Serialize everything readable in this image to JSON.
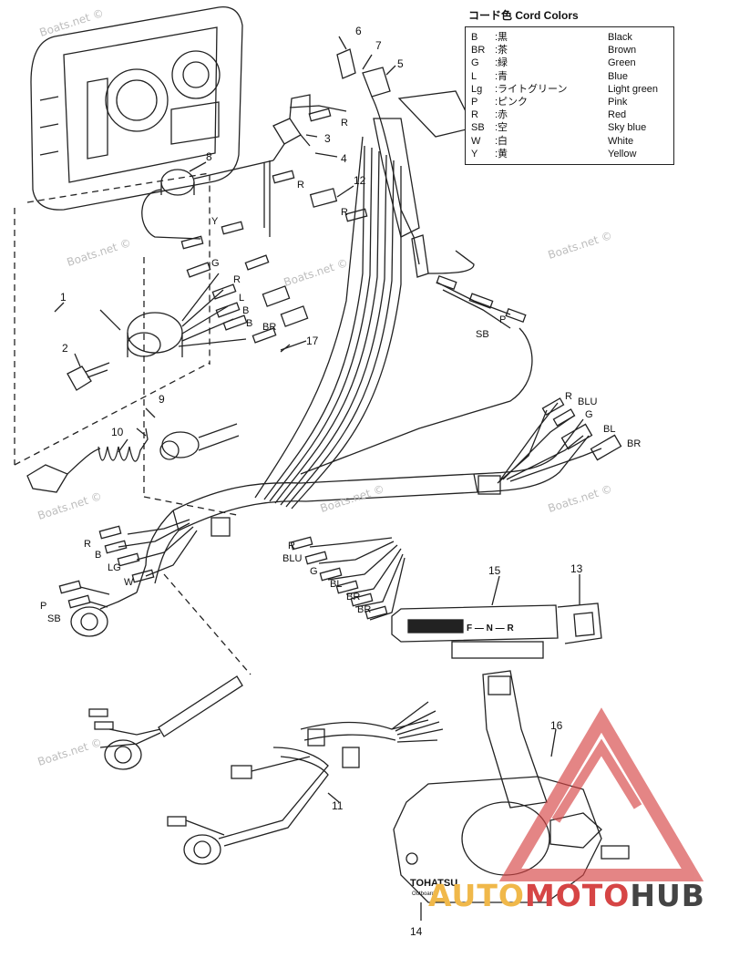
{
  "legend": {
    "title": "コード色 Cord Colors",
    "rows": [
      {
        "code": "B",
        "jp": ":黒",
        "en": "Black"
      },
      {
        "code": "BR",
        "jp": ":茶",
        "en": "Brown"
      },
      {
        "code": "G",
        "jp": ":緑",
        "en": "Green"
      },
      {
        "code": "L",
        "jp": ":青",
        "en": "Blue"
      },
      {
        "code": "Lg",
        "jp": ":ライトグリーン",
        "en": "Light green"
      },
      {
        "code": "P",
        "jp": ":ピンク",
        "en": "Pink"
      },
      {
        "code": "R",
        "jp": ":赤",
        "en": "Red"
      },
      {
        "code": "SB",
        "jp": ":空",
        "en": "Sky  blue"
      },
      {
        "code": "W",
        "jp": ":白",
        "en": "White"
      },
      {
        "code": "Y",
        "jp": ":黄",
        "en": "Yellow"
      }
    ]
  },
  "part_numbers": {
    "n1": "1",
    "n2": "2",
    "n3": "3",
    "n4": "4",
    "n5": "5",
    "n6": "6",
    "n7": "7",
    "n8": "8",
    "n9": "9",
    "n10": "10",
    "n11": "11",
    "n12": "12",
    "n13": "13",
    "n14": "14",
    "n15": "15",
    "n16": "16",
    "n17": "17"
  },
  "wire_labels": {
    "r_top": "R",
    "r_mid": "R",
    "y": "Y",
    "r_lower": "R",
    "g_sw": "G",
    "r_sw": "R",
    "l_sw": "L",
    "b_sw": "B",
    "br_sw": "BR",
    "b_sw2": "B",
    "p_right": "P",
    "sb_right": "SB",
    "r_rt": "R",
    "blu_rt": "BLU",
    "g_rt": "G",
    "bl_rt": "BL",
    "br_rt": "BR",
    "r_left": "R",
    "b_left": "B",
    "lg_left": "LG",
    "w_left": "W",
    "p_left": "P",
    "sb_left": "SB",
    "r_ctr": "R",
    "blu_ctr": "BLU",
    "g_ctr": "G",
    "bl_ctr": "BL",
    "br_ctr": "BR",
    "br_ctr2": "BR"
  },
  "indicator": {
    "text": "F — N — R"
  },
  "brand": {
    "name": "TOHATSU",
    "sub": "Outboards"
  },
  "watermark": {
    "text": "Boats.net ©",
    "logo_part1": "AUTO",
    "logo_part2": "MOTO",
    "logo_part3": "HUB"
  },
  "colors": {
    "line": "#222222",
    "logo_red": "#d64545",
    "logo_orange": "#f0b84a"
  }
}
